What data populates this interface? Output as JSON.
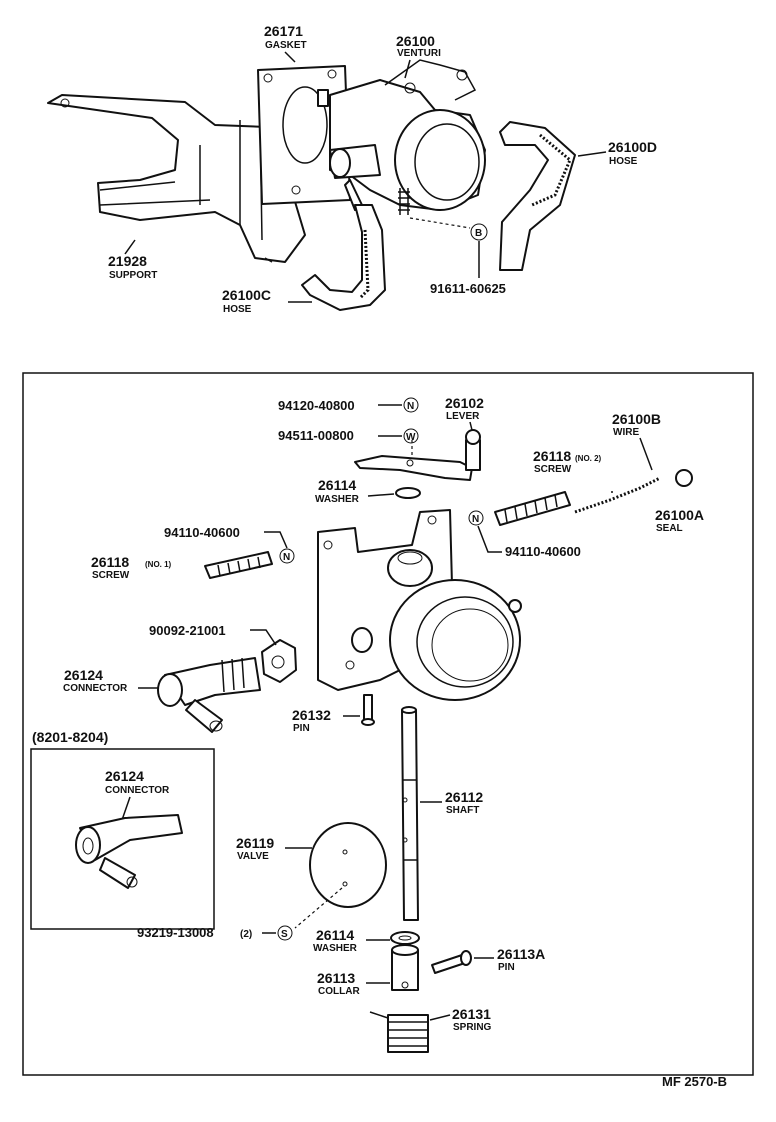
{
  "upper_assembly": {
    "gasket": {
      "number": "26171",
      "name": "GASKET"
    },
    "venturi": {
      "number": "26100",
      "name": "VENTURI"
    },
    "hose_d": {
      "number": "26100D",
      "name": "HOSE"
    },
    "support": {
      "number": "21928",
      "name": "SUPPORT"
    },
    "hose_c": {
      "number": "26100C",
      "name": "HOSE"
    },
    "bolt": {
      "number": "91611-60625",
      "marker": "B"
    }
  },
  "exploded_view": {
    "nut_top": {
      "number": "94120-40800",
      "marker": "N"
    },
    "washer_top": {
      "number": "94511-00800",
      "marker": "W"
    },
    "lever": {
      "number": "26102",
      "name": "LEVER"
    },
    "wire": {
      "number": "26100B",
      "name": "WIRE"
    },
    "screw_no2": {
      "number": "26118",
      "suffix": "(NO. 2)",
      "name": "SCREW"
    },
    "washer_upper": {
      "number": "26114",
      "name": "WASHER"
    },
    "seal": {
      "number": "26100A",
      "name": "SEAL"
    },
    "nut_left": {
      "number": "94110-40600",
      "marker": "N"
    },
    "nut_right": {
      "number": "94110-40600",
      "marker": "N"
    },
    "screw_no1": {
      "number": "26118",
      "suffix": "(NO. 1)",
      "name": "SCREW"
    },
    "nut_connector": {
      "number": "90092-21001"
    },
    "connector": {
      "number": "26124",
      "name": "CONNECTOR"
    },
    "pin_upper": {
      "number": "26132",
      "name": "PIN"
    },
    "shaft": {
      "number": "26112",
      "name": "SHAFT"
    },
    "valve": {
      "number": "26119",
      "name": "VALVE"
    },
    "screw_valve": {
      "number": "93219-13008",
      "qty": "(2)",
      "marker": "S"
    },
    "washer_lower": {
      "number": "26114",
      "name": "WASHER"
    },
    "pin_lower": {
      "number": "26113A",
      "name": "PIN"
    },
    "collar": {
      "number": "26113",
      "name": "COLLAR"
    },
    "spring": {
      "number": "26131",
      "name": "SPRING"
    }
  },
  "inset": {
    "range": "(8201-8204)",
    "connector": {
      "number": "26124",
      "name": "CONNECTOR"
    }
  },
  "figure_code": "MF 2570-B"
}
